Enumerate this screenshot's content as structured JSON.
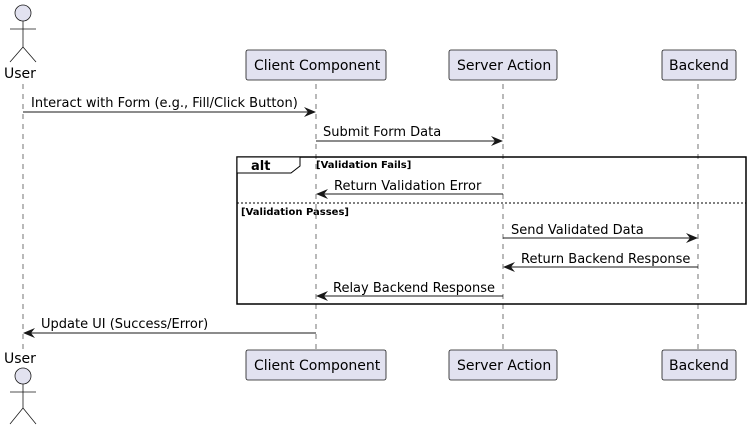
{
  "participants": {
    "user": "User",
    "client": "Client Component",
    "server": "Server Action",
    "backend": "Backend"
  },
  "messages": {
    "m1": "Interact with Form (e.g., Fill/Click Button)",
    "m2": "Submit Form Data",
    "m3": "Return Validation Error",
    "m4": "Send Validated Data",
    "m5": "Return Backend Response",
    "m6": "Relay Backend Response",
    "m7": "Update UI (Success/Error)"
  },
  "fragment": {
    "keyword": "alt",
    "guard1": "[Validation Fails]",
    "guard2": "[Validation Passes]"
  },
  "colors": {
    "participant_fill": "#E2E2F0",
    "line": "#181818"
  }
}
